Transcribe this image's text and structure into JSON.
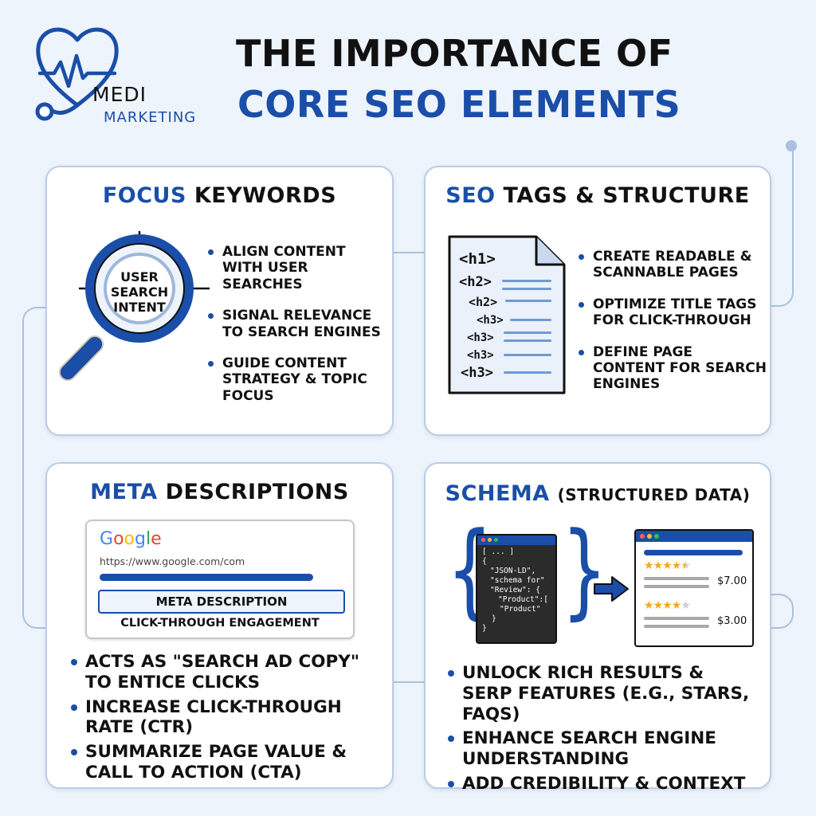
{
  "brand": {
    "name_line1": "MEDI",
    "name_line2": "MARKETING"
  },
  "header": {
    "line1": "THE IMPORTANCE OF",
    "line2": "CORE SEO ELEMENTS"
  },
  "colors": {
    "accent": "#1a4ea8",
    "background": "#eef4fb",
    "card_border": "#b9cde6",
    "code_bg": "#2b2b2b",
    "star": "#f5a623"
  },
  "focus": {
    "title_accent": "FOCUS",
    "title_rest": "KEYWORDS",
    "lens_line1": "USER",
    "lens_line2": "SEARCH",
    "lens_line3": "INTENT",
    "icon": "magnifier-crosshair-icon",
    "bullets": [
      "ALIGN CONTENT WITH USER SEARCHES",
      "SIGNAL RELEVANCE TO SEARCH ENGINES",
      "GUIDE CONTENT STRATEGY & TOPIC FOCUS"
    ]
  },
  "tags": {
    "title_accent": "SEO",
    "title_rest": "TAGS & STRUCTURE",
    "icon": "document-icon",
    "tags": [
      "<h1>",
      "<h2>",
      "<h2>",
      "<h3>",
      "<h3>",
      "<h3>",
      "<h3>"
    ],
    "bullets": [
      "CREATE READABLE & SCANNABLE PAGES",
      "OPTIMIZE TITLE TAGS FOR CLICK-THROUGH",
      "DEFINE PAGE CONTENT FOR SEARCH ENGINES"
    ]
  },
  "meta": {
    "title_accent": "META",
    "title_rest": "DESCRIPTIONS",
    "google_letters": [
      "G",
      "o",
      "o",
      "g",
      "l",
      "e"
    ],
    "google_colors": [
      "#4285f4",
      "#ea4335",
      "#fbbc05",
      "#4285f4",
      "#34a853",
      "#ea4335"
    ],
    "url": "https://www.google.com/com",
    "description_label": "META DESCRIPTION",
    "engagement_label": "CLICK-THROUGH ENGAGEMENT",
    "bullets": [
      "ACTS AS \"SEARCH AD COPY\" TO ENTICE CLICKS",
      "INCREASE CLICK-THROUGH RATE (CTR)",
      "SUMMARIZE PAGE VALUE & CALL TO ACTION (CTA)"
    ]
  },
  "schema": {
    "title_accent": "SCHEMA",
    "title_rest": "(STRUCTURED DATA)",
    "code_lines": [
      "[ ... ]",
      "{",
      "\"JSON-LD\",",
      "\"schema for\"",
      "\"Review\": {",
      "\"Product\":[",
      "\"Product\"",
      "}",
      "}"
    ],
    "stars": [
      4.5,
      4
    ],
    "prices": [
      "$7.00",
      "$3.00"
    ],
    "bullets": [
      "UNLOCK RICH RESULTS & SERP FEATURES (E.G., STARS, FAQS)",
      "ENHANCE SEARCH ENGINE UNDERSTANDING",
      "ADD CREDIBILITY & CONTEXT"
    ]
  }
}
